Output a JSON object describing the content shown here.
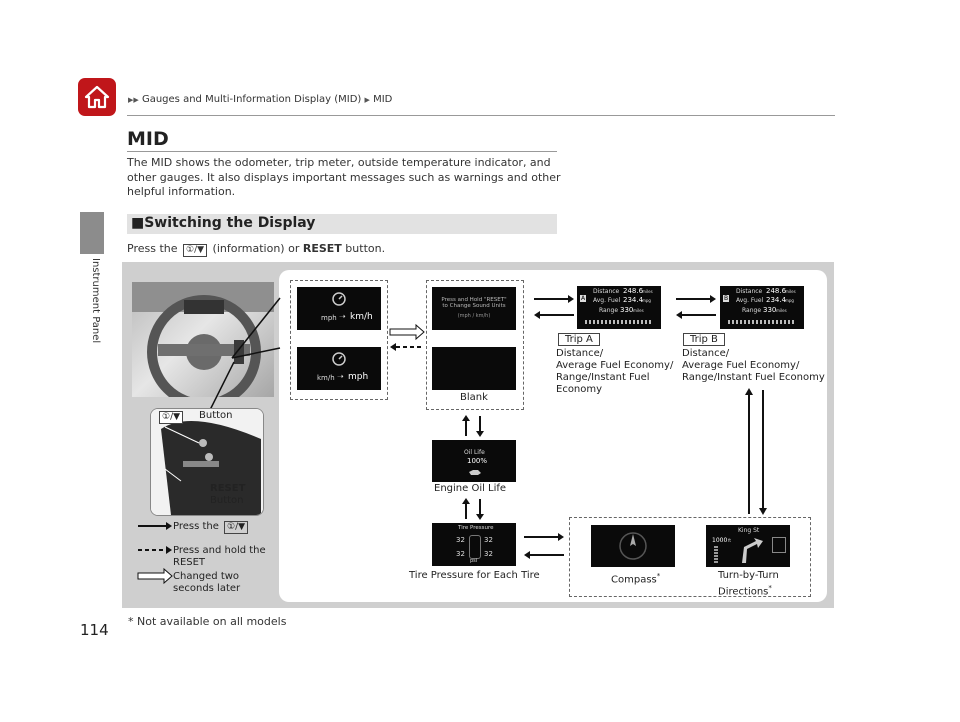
{
  "breadcrumb": {
    "prefix": "▶▶",
    "section": "Gauges and Multi-Information Display (MID)",
    "sep": "▶",
    "page": "MID"
  },
  "sidebar_label": "Instrument Panel",
  "page_number": "114",
  "title": "MID",
  "intro": "The MID shows the odometer, trip meter, outside temperature indicator, and other gauges. It also displays important messages such as warnings and other helpful information.",
  "section_heading": "■Switching the Display",
  "instruction": {
    "before": "Press the",
    "key": "①/▼",
    "middle": "(information) or",
    "bold": "RESET",
    "after": "button."
  },
  "diagram": {
    "inset_button_label": "Button",
    "inset_key": "①/▼",
    "reset_label_1": "RESET",
    "reset_label_2": "Button",
    "legend": {
      "press_the": "Press the",
      "press_key": "①/▼",
      "press_hold_1": "Press and hold the",
      "press_hold_2": "RESET",
      "changed_1": "Changed two",
      "changed_2": "seconds later"
    },
    "units": {
      "screen1_from": "mph",
      "screen1_to": "km/h",
      "screen2_from": "km/h",
      "screen2_to": "mph"
    },
    "blank_screen_text": "Press and Hold \"RESET\" to Change Sound Units",
    "blank_screen_sub": "(mph / km/h)",
    "blank_label": "Blank",
    "trip_a": {
      "tag": "Trip A",
      "letter": "A",
      "lines": [
        "Distance/",
        "Average Fuel Economy/",
        "Range/Instant Fuel",
        "Economy"
      ]
    },
    "trip_b": {
      "tag": "Trip B",
      "letter": "B",
      "lines": [
        "Distance/",
        "Average Fuel Economy/",
        "Range/Instant Fuel Economy"
      ]
    },
    "trip_screen": {
      "distance": "Distance",
      "distance_val": "248.6",
      "distance_unit": "miles",
      "avg": "Avg. Fuel",
      "avg_val": "234.4",
      "avg_unit": "mpg",
      "range": "Range",
      "range_val": "330",
      "range_unit": "miles"
    },
    "oil": {
      "screen_label": "Oil Life",
      "value": "100%",
      "caption": "Engine Oil Life"
    },
    "tire": {
      "screen_label": "Tire Pressure",
      "fl": "32",
      "fr": "32",
      "rl": "32",
      "rr": "32",
      "unit": "psi",
      "caption": "Tire Pressure for Each Tire"
    },
    "compass": {
      "caption": "Compass",
      "mark": "*"
    },
    "turn": {
      "street": "King St",
      "distance": "1000",
      "dist_unit": "ft",
      "caption_1": "Turn-by-Turn",
      "caption_2": "Directions",
      "mark": "*"
    }
  },
  "footnote": "* Not available on all models"
}
